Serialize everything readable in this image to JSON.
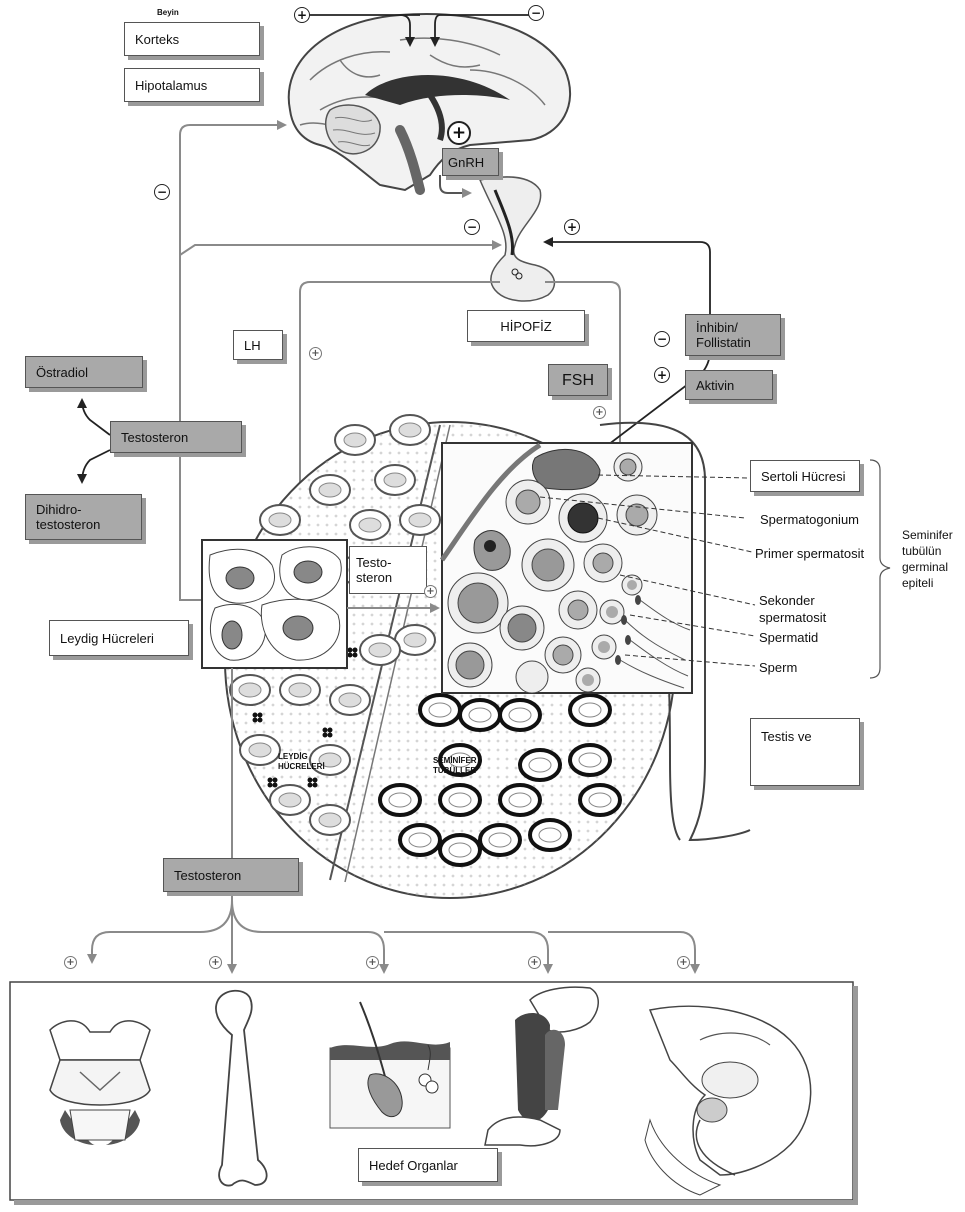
{
  "labels": {
    "beyin": "Beyin",
    "korteks": "Korteks",
    "hipotalamus": "Hipotalamus",
    "gnrh": "GnRH",
    "hipofiz": "HİPOFİZ",
    "lh": "LH",
    "fsh": "FSH",
    "inhibin": "İnhibin/ Follistatin",
    "aktivin": "Aktivin",
    "ostradiol": "Östradiol",
    "testosteron_top": "Testosteron",
    "dihidro": "Dihidro- testosteron",
    "testosteron_inner": "Testo- steron",
    "leydig_hucreleri": "Leydig Hücreleri",
    "leydig_caps": "LEYDİG HÜCRELERİ",
    "seminifer_caps": "SEMİNİFER TUBÜLLER",
    "testis_ve": "Testis ve",
    "testosteron_bottom": "Testosteron",
    "hedef_organlar": "Hedef Organlar",
    "seminifer_epiteli": "Seminifer tubülün germinal epiteli"
  },
  "cell_labels": [
    "Sertoli Hücresi",
    "Spermatogonium",
    "Primer spermatosit",
    "Sekonder spermatosit",
    "Spermatid",
    "Sperm"
  ],
  "signs": {
    "plus": "+",
    "minus": "−"
  },
  "target_organs": [
    "larynx-icon",
    "femur-bone-icon",
    "skin-hair-follicle-icon",
    "arm-muscle-icon",
    "pelvic-organs-icon"
  ],
  "colors": {
    "box_grey": "#a9a9a9",
    "line_grey": "#8a8a8a",
    "dark": "#222222"
  }
}
